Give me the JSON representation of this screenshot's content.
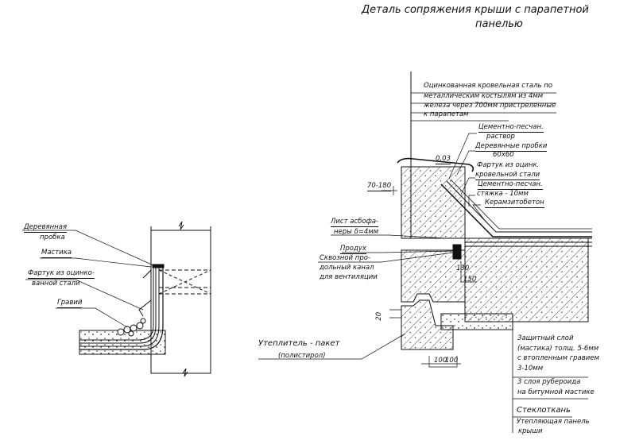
{
  "title": {
    "line1": "Деталь сопряжения крыши с парапетной",
    "line2": "панелью"
  },
  "left_detail": {
    "labels": {
      "wood_plug_1": "Деревянная",
      "wood_plug_2": "пробка",
      "mastic": "Мастика",
      "apron_1": "Фартук из оцинко-",
      "apron_2": "ванной стали",
      "gravel": "Гравий"
    }
  },
  "right_detail": {
    "labels": {
      "steel_1": "Оцинкованная кровельная сталь по",
      "steel_2": "металлическим костылям из 4мм",
      "steel_3": "железа через 700мм пристреленные",
      "steel_4": "к парапетам",
      "mortar_1": "Цементно-песчан.",
      "mortar_2": "раствор",
      "plugs_1": "Деревянные пробки",
      "plugs_2": "60х60",
      "slope": "0,03",
      "apron_1": "Фартук из оцинк.",
      "apron_2": "кровельной стали",
      "screed_1": "Цементно-песчан.",
      "screed_2": "стяжка - 10мм",
      "claydite": "Керамзитобетон",
      "dim_70_180": "70-180",
      "asbestos_1": "Лист асбофа-",
      "asbestos_2": "неры δ=4мм",
      "vent": "Продух",
      "channel_1": "Сквозной про-",
      "channel_2": "дольный канал",
      "channel_3": "для вентиляции",
      "dim_130": "130",
      "dim_150": "150",
      "dim_20": "20",
      "insulation_1": "Утеплитель - пакет",
      "insulation_2": "(полистирол)",
      "dim_100a": "100",
      "dim_100b": "100"
    },
    "layers": [
      {
        "line1": "Защитный слой",
        "line2": "(мастика) толщ. 5-6мм",
        "line3": "с втопленным гравием",
        "line4": "3-10мм"
      },
      {
        "line1": "3 слоя рубероида",
        "line2": "на битумной мастике"
      },
      {
        "line1": "Стеклоткань"
      },
      {
        "line1": "Утепляющая панель",
        "line2": "крыши"
      }
    ]
  }
}
